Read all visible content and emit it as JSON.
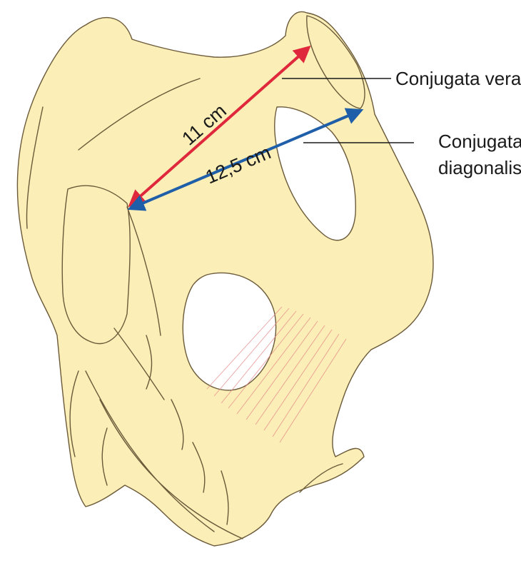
{
  "diagram": {
    "labels": {
      "conjugata_vera": "Conjugata vera",
      "conjugata_diagonalis_line1": "Conjugata",
      "conjugata_diagonalis_line2": "diagonalis"
    },
    "measurements": {
      "vera": "11 cm",
      "diagonalis": "12,5 cm"
    },
    "colors": {
      "bone": "#fbeeb6",
      "outline": "#6b5a3a",
      "vera_arrow": "#e0283c",
      "diagonalis_arrow": "#1f5ea8",
      "ligament": "#e68a8a"
    }
  }
}
